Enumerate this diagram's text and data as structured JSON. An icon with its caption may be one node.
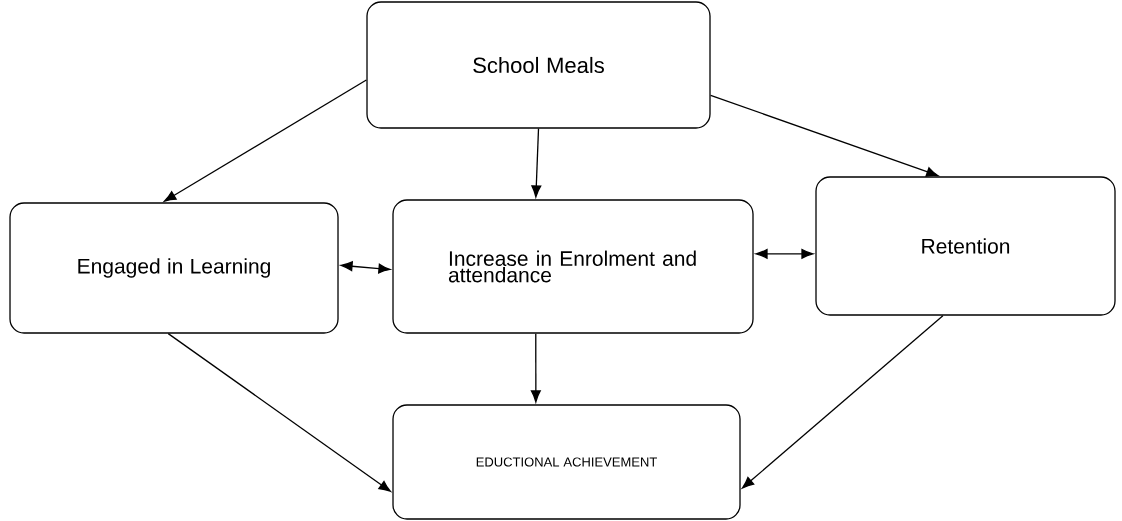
{
  "diagram": {
    "nodes": [
      {
        "text": [
          "School Meals"
        ]
      },
      {
        "text": [
          "Engaged in Learning"
        ]
      },
      {
        "text": [
          "Increase in Enrolment and attendance"
        ]
      },
      {
        "text": [
          "Retention"
        ]
      },
      {
        "text": [
          "EDUCTIONAL ACHIEVEMENT"
        ]
      }
    ],
    "edges": [
      {
        "from": 0,
        "to": 1,
        "arrow": "to"
      },
      {
        "from": 0,
        "to": 2,
        "arrow": "to"
      },
      {
        "from": 0,
        "to": 3,
        "arrow": "to"
      },
      {
        "from": 1,
        "to": 2,
        "arrow": "both"
      },
      {
        "from": 2,
        "to": 3,
        "arrow": "both"
      },
      {
        "from": 2,
        "to": 4,
        "arrow": "to"
      },
      {
        "from": 1,
        "to": 4,
        "arrow": "to"
      },
      {
        "from": 3,
        "to": 4,
        "arrow": "to"
      }
    ]
  }
}
